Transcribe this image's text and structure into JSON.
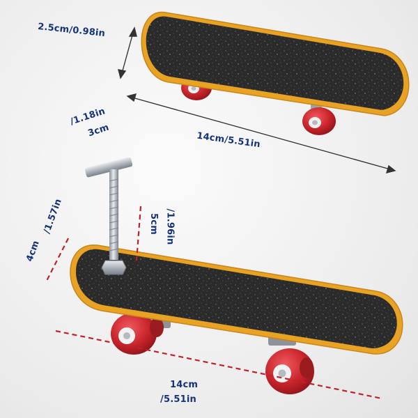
{
  "labels": {
    "top_height": "2.5cm/0.98in",
    "top_length": "14cm/5.51in",
    "handle_width_in": "/1.18in",
    "handle_width_cm": "3cm",
    "stem_height_cm": "4cm",
    "stem_height_in": "/1.57in",
    "screw_height_in": "/1.96in",
    "screw_height_cm": "5cm",
    "bottom_length_cm": "14cm",
    "bottom_length_in": "/5.51in"
  },
  "colors": {
    "grip": "#2b2b2b",
    "deck_rim": "#e8a224",
    "wheel": "#c8242b",
    "label_text": "#15337a",
    "dim_red": "#c0212a",
    "dim_dark": "#333333"
  }
}
